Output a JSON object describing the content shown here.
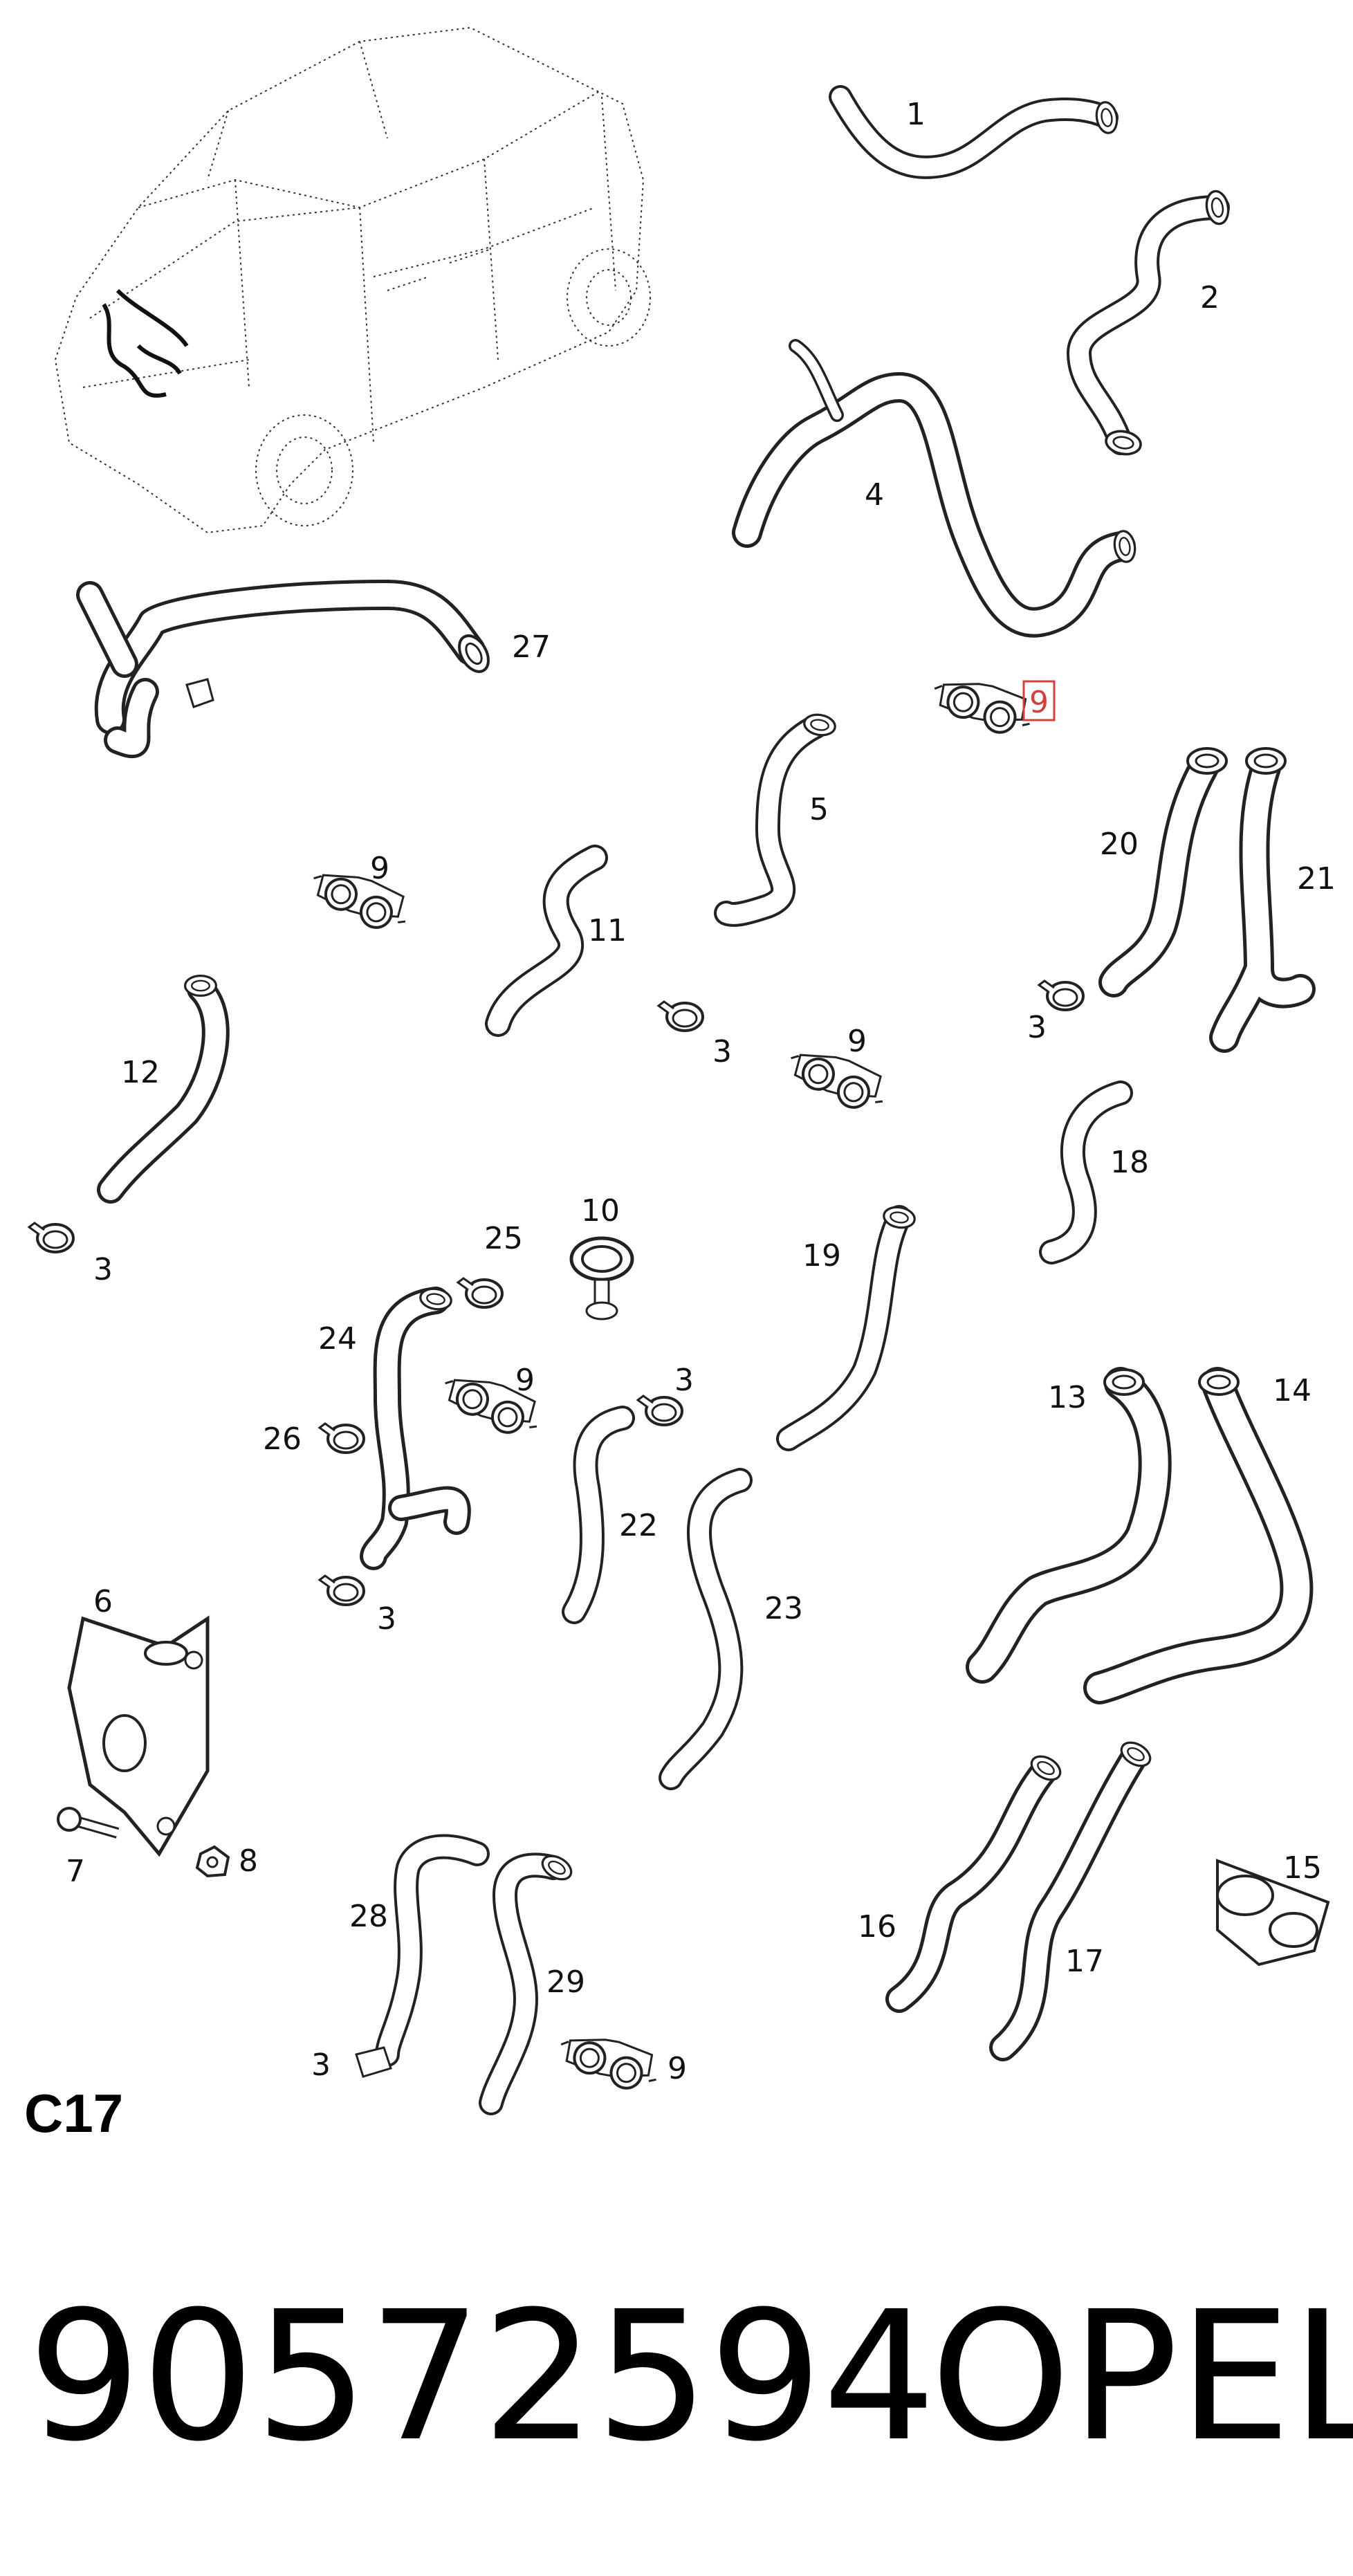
{
  "diagram": {
    "section_code": "C17",
    "part_number": "90572594",
    "brand": "OPEL",
    "highlighted_callout": "9",
    "highlight_color": "#d33f3f",
    "callouts": {
      "c1": "1",
      "c2": "2",
      "c4": "4",
      "c9_top": "9",
      "c27": "27",
      "c5": "5",
      "c20": "20",
      "c21": "21",
      "c9_a": "9",
      "c11": "11",
      "c3_a": "3",
      "c9_b": "9",
      "c3_b": "3",
      "c12": "12",
      "c18": "18",
      "c3_c": "3",
      "c10": "10",
      "c25": "25",
      "c19": "19",
      "c24": "24",
      "c9_c": "9",
      "c3_d": "3",
      "c13": "13",
      "c14": "14",
      "c26": "26",
      "c22": "22",
      "c23": "23",
      "c3_e": "3",
      "c6": "6",
      "c7": "7",
      "c8": "8",
      "c15": "15",
      "c28": "28",
      "c16": "16",
      "c29": "29",
      "c17": "17",
      "c3_f": "3",
      "c9_d": "9"
    }
  }
}
